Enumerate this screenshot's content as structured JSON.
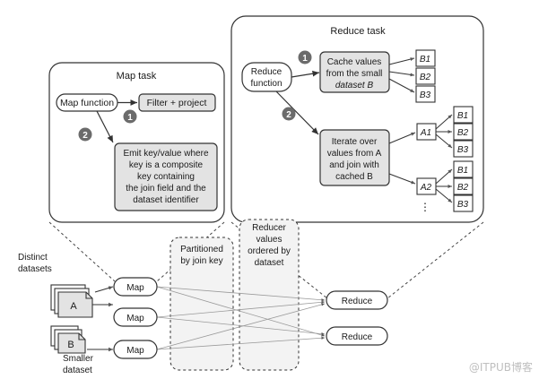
{
  "map_task": {
    "title": "Map task",
    "map_function": "Map function",
    "filter_project": "Filter + project",
    "step1": "1",
    "step2": "2",
    "emit_lines": [
      "Emit key/value where",
      "key is a composite",
      "key containing",
      "the join field and the",
      "dataset identifier"
    ]
  },
  "reduce_task": {
    "title": "Reduce task",
    "reduce_function": [
      "Reduce",
      "function"
    ],
    "step1": "1",
    "step2": "2",
    "cache_lines": [
      "Cache values",
      "from the small",
      "dataset B"
    ],
    "iterate_lines": [
      "Iterate over",
      "values from A",
      "and join with",
      "cached B"
    ],
    "b_labels": [
      "B1",
      "B2",
      "B3"
    ],
    "a_labels": [
      "A1",
      "A2"
    ],
    "ellipsis": "⋮"
  },
  "bottom": {
    "distinct_datasets": [
      "Distinct",
      "datasets"
    ],
    "dataset_a": "A",
    "dataset_b": "B",
    "smaller_dataset": [
      "Smaller",
      "dataset"
    ],
    "map_label": "Map",
    "reduce_label": "Reduce",
    "partitioned": [
      "Partitioned",
      "by join key"
    ],
    "reducer_values": [
      "Reducer",
      "values",
      "ordered by",
      "dataset"
    ]
  },
  "watermark": "@ITPUB博客",
  "colors": {
    "gray_fill": "#e3e3e3",
    "badge": "#6b6b6b",
    "stroke": "#333333"
  }
}
